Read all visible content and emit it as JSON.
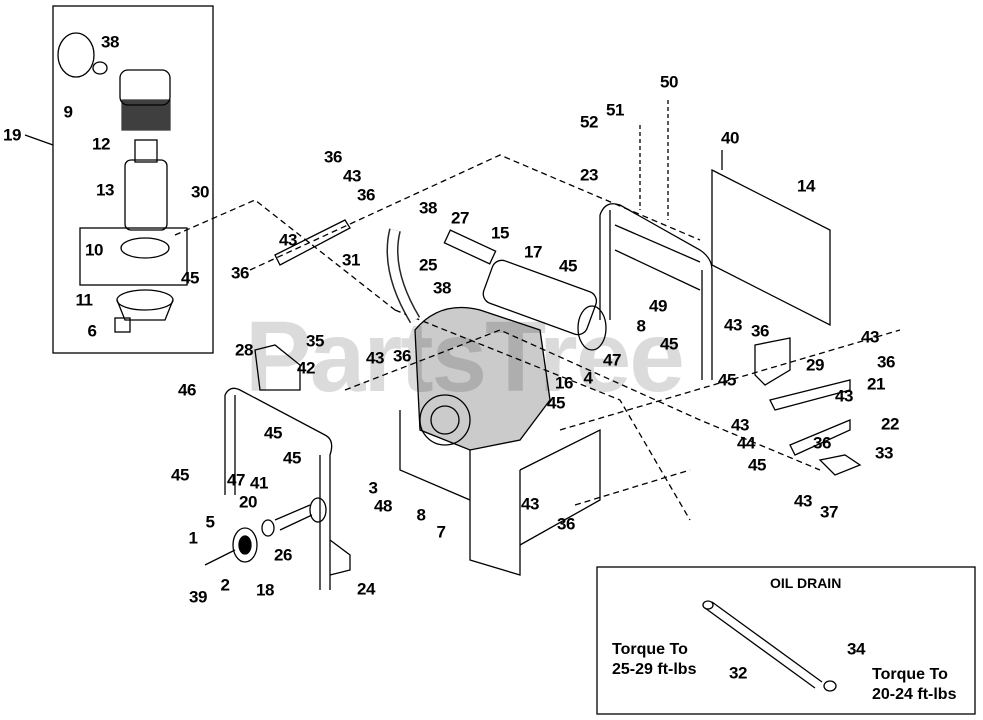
{
  "watermark": "PartsTree",
  "callouts": [
    "19",
    "38",
    "9",
    "12",
    "13",
    "30",
    "10",
    "45",
    "11",
    "6",
    "36",
    "43",
    "36",
    "43",
    "36",
    "31",
    "38",
    "27",
    "15",
    "17",
    "25",
    "38",
    "35",
    "42",
    "28",
    "46",
    "43",
    "36",
    "45",
    "45",
    "45",
    "47",
    "41",
    "20",
    "5",
    "1",
    "26",
    "18",
    "2",
    "39",
    "24",
    "3",
    "48",
    "8",
    "7",
    "43",
    "36",
    "16",
    "4",
    "47",
    "45",
    "52",
    "51",
    "50",
    "23",
    "40",
    "14",
    "45",
    "49",
    "8",
    "45",
    "43",
    "36",
    "29",
    "45",
    "43",
    "36",
    "21",
    "43",
    "22",
    "43",
    "36",
    "44",
    "45",
    "33",
    "43",
    "37",
    "32",
    "34"
  ],
  "oil_drain": {
    "title": "OIL DRAIN",
    "left_note": [
      "Torque To",
      "25-29 ft-lbs"
    ],
    "right_note": [
      "Torque To",
      "20-24 ft-lbs"
    ]
  },
  "colors": {
    "line": "#000000",
    "watermark": "#cfcfcf"
  }
}
